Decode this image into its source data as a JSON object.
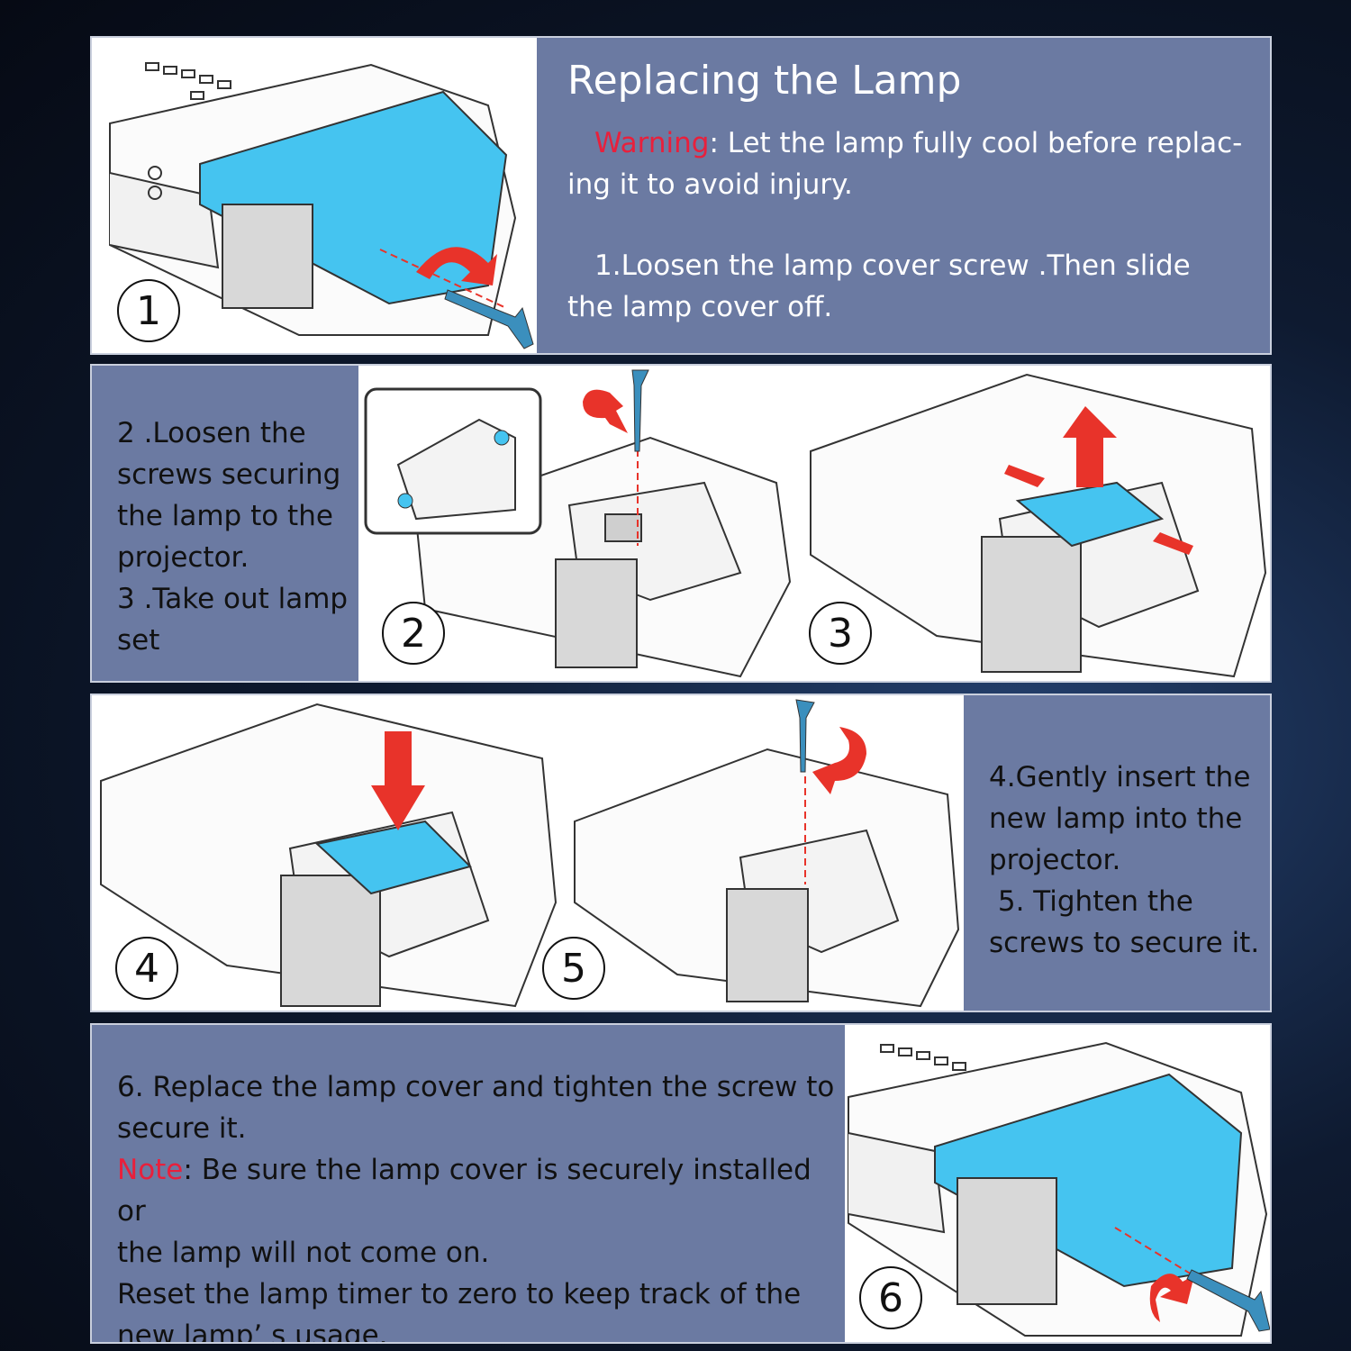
{
  "title": "Replacing the Lamp",
  "warning": {
    "label": "Warning",
    "text": ": Let the lamp fully cool before replac-",
    "text2": "ing it to avoid injury."
  },
  "step1": {
    "line1": "1.Loosen the lamp cover screw .Then slide",
    "line2": "the lamp cover off."
  },
  "steps23": {
    "lines": [
      "2 .Loosen the",
      "screws securing",
      "the lamp to the",
      "projector.",
      "3 .Take out lamp",
      "set"
    ]
  },
  "steps45": {
    "lines": [
      "4.Gently insert the",
      "new lamp into the",
      "projector.",
      " 5. Tighten the",
      "screws to secure it."
    ]
  },
  "step6": {
    "line1": "6. Replace the lamp cover and tighten the screw to",
    "line2": "secure it.",
    "note_label": "Note",
    "note_line1": ": Be sure the lamp cover is securely installed or",
    "note_line2": "the lamp will not come on.",
    "reset_line1": "Reset the lamp timer to zero to keep track of the",
    "reset_line2": "new lamp’ s usage."
  },
  "badges": [
    "1",
    "2",
    "3",
    "4",
    "5",
    "6"
  ],
  "colors": {
    "panel_blue": "#6b7aa2",
    "warning_red": "#e8203c",
    "lamp_cover_blue": "#45c4f0",
    "arrow_red": "#e8332a"
  }
}
